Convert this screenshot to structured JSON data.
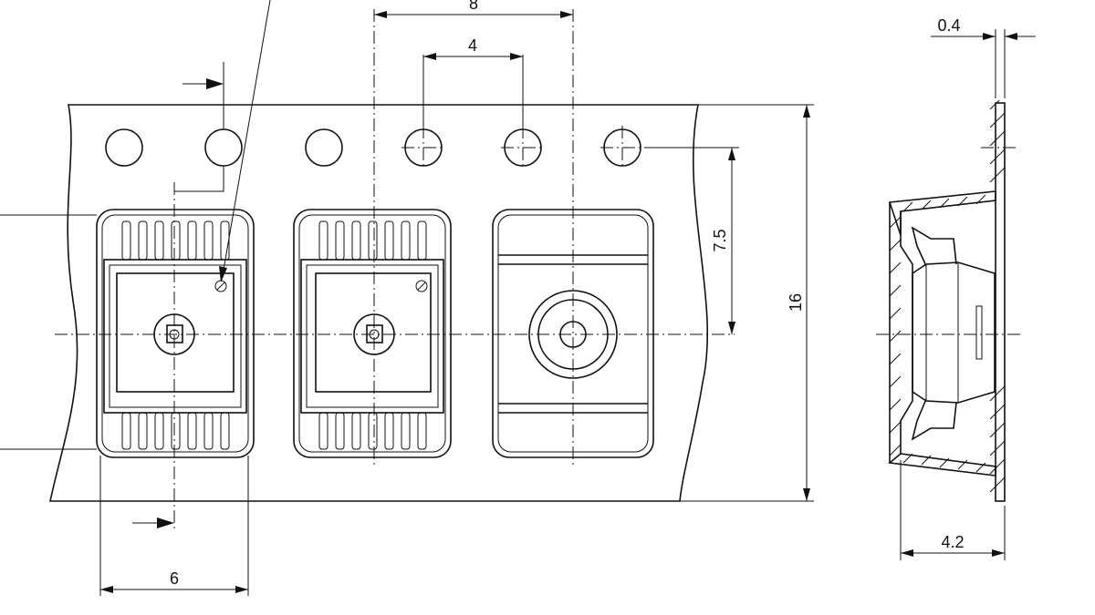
{
  "dimensions": {
    "pitch": "8",
    "hole_pitch": "4",
    "tape_thickness": "0.4",
    "hole_to_cavity": "7.5",
    "tape_width": "16",
    "cavity_width": "6",
    "cavity_depth": "4.2"
  }
}
